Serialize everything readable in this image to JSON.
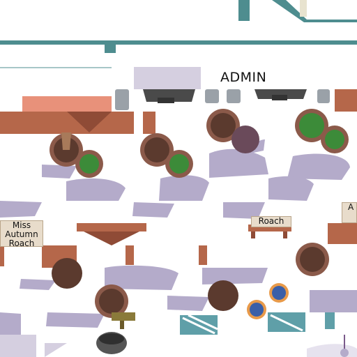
{
  "tile_banner": {
    "label": "ADMIN",
    "swatch_color": "#d5cfe0"
  },
  "signs": [
    {
      "id": "sign-left",
      "lines": [
        "Miss",
        "Autumn",
        "Roach"
      ]
    },
    {
      "id": "sign-center",
      "lines": [
        "Roach"
      ]
    },
    {
      "id": "sign-right",
      "lines": [
        "A"
      ]
    }
  ],
  "palette": {
    "shadow": "#b4abca",
    "roof_wood": "#b5674a",
    "roof_light": "#e8917a",
    "teal": "#4e8d8f",
    "planter": "#8b5a4a",
    "leaves": "#3c8b39"
  },
  "icons": [
    "tree-planter-icon",
    "deck-chair-icon",
    "street-lamp-icon",
    "grill-icon",
    "bench-icon"
  ]
}
